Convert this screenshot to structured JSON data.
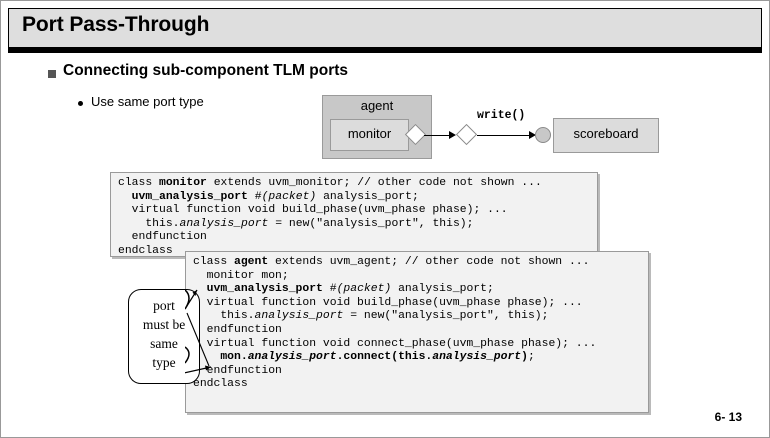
{
  "slide": {
    "title": "Port Pass-Through",
    "page_number": "6- 13",
    "bullets": [
      {
        "level": 1,
        "text": "Connecting sub-component TLM ports"
      },
      {
        "level": 2,
        "text": "Use same port type"
      }
    ]
  },
  "diagram": {
    "agent_label": "agent",
    "monitor_label": "monitor",
    "scoreboard_label": "scoreboard",
    "write_label": "write()",
    "ports": {
      "monitor_analysis_port": "diamond",
      "agent_analysis_port": "diamond",
      "scoreboard_imp": "circle"
    },
    "colors": {
      "agent_fill": "#c8c8c8",
      "monitor_fill": "#dcdcdc",
      "scoreboard_fill": "#dcdcdc",
      "box_border": "#9a9a9a",
      "port_border": "#8a8a8a"
    }
  },
  "code_blocks": [
    {
      "name": "monitor-class",
      "lines": [
        "class <b>monitor</b> extends uvm_monitor; // other code not shown ...",
        "  <b>uvm_analysis_port</b> #<i>(packet)</i> analysis_port;",
        "  virtual function void build_phase(uvm_phase phase); ...",
        "    this.<i>analysis_port</i> = new(\"analysis_port\", this);",
        "  endfunction",
        "endclass"
      ],
      "plain": [
        "class monitor extends uvm_monitor; // other code not shown ...",
        "  uvm_analysis_port #(packet) analysis_port;",
        "  virtual function void build_phase(uvm_phase phase); ...",
        "    this.analysis_port = new(\"analysis_port\", this);",
        "  endfunction",
        "endclass"
      ]
    },
    {
      "name": "agent-class",
      "lines": [
        "class <b>agent</b> extends uvm_agent; // other code not shown ...",
        "  monitor mon;",
        "  <b>uvm_analysis_port</b> #<i>(packet)</i> analysis_port;",
        "  virtual function void build_phase(uvm_phase phase); ...",
        "    this.<i>analysis_port</i> = new(\"analysis_port\", this);",
        "  endfunction",
        "  virtual function void connect_phase(uvm_phase phase); ...",
        "    <b>mon.<i>analysis_port</i>.connect(this.<i>analysis_port</i>)</b>;",
        "  endfunction",
        "endclass"
      ],
      "plain": [
        "class agent extends uvm_agent; // other code not shown ...",
        "  monitor mon;",
        "  uvm_analysis_port #(packet) analysis_port;",
        "  virtual function void build_phase(uvm_phase phase); ...",
        "    this.analysis_port = new(\"analysis_port\", this);",
        "  endfunction",
        "  virtual function void connect_phase(uvm_phase phase); ...",
        "    mon.analysis_port.connect(this.analysis_port);",
        "  endfunction",
        "endclass"
      ]
    }
  ],
  "callout": {
    "text_lines": [
      "port",
      "must be",
      "same",
      "type"
    ],
    "text": "port\nmust be\nsame\ntype"
  }
}
